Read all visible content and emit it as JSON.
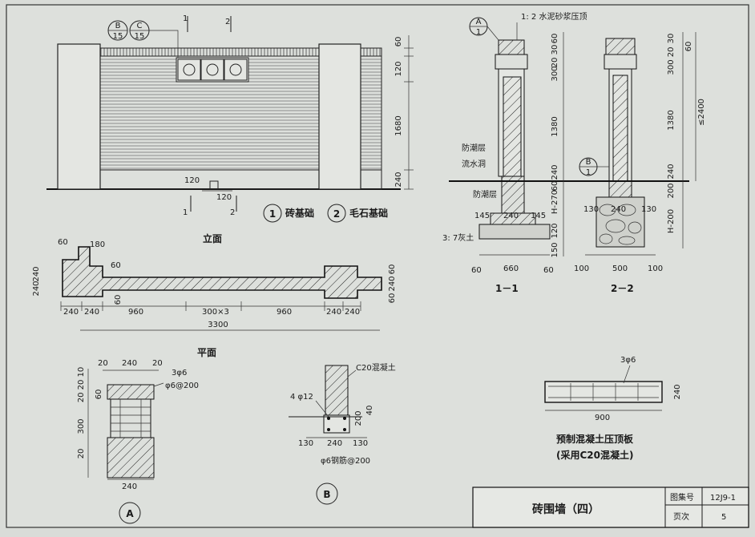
{
  "elevation": {
    "title": "立面",
    "bubbles": [
      {
        "top": "B",
        "bottom": "15"
      },
      {
        "top": "C",
        "bottom": "15"
      }
    ],
    "section_marks": [
      "1",
      "2"
    ],
    "dims_right": [
      "60",
      "120",
      "1680",
      "240"
    ],
    "dims_bottom": [
      "120",
      "120"
    ],
    "legend": [
      {
        "num": "1",
        "label": "砖基础"
      },
      {
        "num": "2",
        "label": "毛石基础"
      }
    ]
  },
  "plan": {
    "title": "平面",
    "dims_top": [
      "60",
      "180"
    ],
    "dims_left": [
      "240",
      "240"
    ],
    "dims_right": [
      "60",
      "240",
      "60"
    ],
    "dims_mid": [
      "60",
      "60"
    ],
    "dims_bottom": [
      "240",
      "240",
      "960",
      "300×3",
      "960",
      "240",
      "240"
    ],
    "total": "3300"
  },
  "section11": {
    "title": "1－1",
    "bubble": "A",
    "bubble_sub": "1",
    "cap_note": "1: 2 水泥砂浆压顶",
    "labels": [
      "防潮层",
      "流水洞",
      "防潮层",
      "3: 7灰土"
    ],
    "dims_right": [
      "60",
      "20 30",
      "300",
      "1380",
      "240",
      "60",
      "H-270",
      "120",
      "150"
    ],
    "dims_bottom": [
      "60",
      "660",
      "60"
    ],
    "dims_mid": [
      "145",
      "240",
      "145"
    ]
  },
  "section22": {
    "title": "2－2",
    "bubble": "B",
    "bubble_sub": "1",
    "dims_right": [
      "30",
      "60",
      "300 20",
      "1380",
      "≤2400",
      "240",
      "200",
      "H-200"
    ],
    "dims_bottom": [
      "100",
      "500",
      "100"
    ],
    "dims_mid": [
      "130",
      "240",
      "130"
    ]
  },
  "detailA": {
    "label": "A",
    "dims_top": [
      "20",
      "240",
      "20"
    ],
    "dims_left": [
      "60",
      "20 20 10",
      "300",
      "20"
    ],
    "dims_bottom": "240",
    "rebar_notes": [
      "3φ6",
      "φ6@200"
    ]
  },
  "detailB": {
    "label": "B",
    "concrete": "C20混凝土",
    "rebar": "4 φ12",
    "dims_right": [
      "200",
      "40"
    ],
    "dims_bottom": [
      "130",
      "240",
      "130"
    ],
    "stirrup": "φ6钢筋@200"
  },
  "precast": {
    "rebar": "3φ6",
    "length": "900",
    "height": "240",
    "title": "预制混凝土压顶板",
    "subtitle": "(采用C20混凝土)"
  },
  "titleblock": {
    "name": "砖围墙（四）",
    "atlas_label": "图集号",
    "atlas_value": "12J9-1",
    "page_label": "页次",
    "page_value": "5"
  }
}
